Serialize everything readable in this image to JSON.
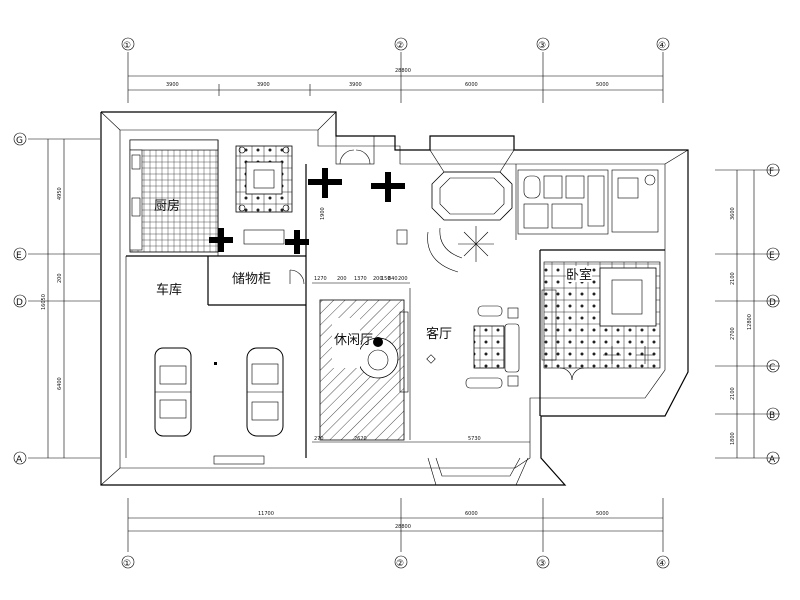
{
  "axes": {
    "columns": [
      "①",
      "②",
      "③",
      "④"
    ],
    "rows_left": [
      "G",
      "E",
      "D",
      "A"
    ],
    "rows_right": [
      "F",
      "E",
      "D",
      "C",
      "B",
      "A"
    ]
  },
  "dimensions": {
    "top_total": "28800",
    "top_segments": [
      "3900",
      "3900",
      "3900",
      "6000",
      "5000"
    ],
    "bottom_total": "28800",
    "bottom_segments": [
      "11700",
      "6000",
      "5000"
    ],
    "left_total": "16050",
    "left_segments": [
      "4950",
      "200",
      "6400"
    ],
    "right_total": "12800",
    "right_segments": [
      "3600",
      "2100",
      "2700",
      "2100",
      "1800"
    ],
    "inner_top": [
      "1270",
      "200",
      "1370",
      "200",
      "150",
      "840",
      "200"
    ],
    "inner_bottom": [
      "270",
      "2620",
      "5730"
    ],
    "small": [
      "1900"
    ]
  },
  "rooms": {
    "kitchen": "厨房",
    "garage": "车库",
    "storage": "储物柜",
    "living": "客厅",
    "hall": "休闲厅",
    "bedroom": "卧室"
  }
}
